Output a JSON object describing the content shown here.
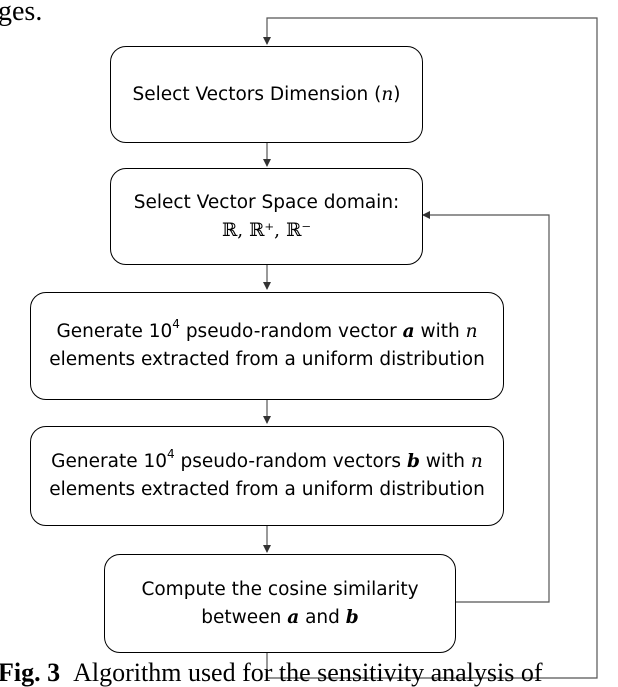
{
  "top_clip": {
    "text": "ges."
  },
  "caption": {
    "fig_label": "Fig. 3",
    "text": "Algorithm used for the sensitivity analysis of"
  },
  "boxes": {
    "b1": {
      "text": "Select Vectors Dimension (",
      "var": "n",
      "close": ")"
    },
    "b2": {
      "line1": "Select Vector Space domain:",
      "line2": "ℝ, ℝ⁺, ℝ⁻"
    },
    "b3": {
      "pre": "Generate 10",
      "exp": "4",
      "mid": " pseudo-random vector ",
      "vec": "a",
      "post": " with ",
      "var": "n",
      "line2": "elements extracted from a uniform distribution"
    },
    "b4": {
      "pre": "Generate 10",
      "exp": "4",
      "mid": " pseudo-random vectors ",
      "vec": "b",
      "post": " with ",
      "var": "n",
      "line2": "elements extracted from a uniform distribution"
    },
    "b5": {
      "line1": "Compute the cosine similarity",
      "pre": "between ",
      "vec1": "a",
      "and": " and ",
      "vec2": "b"
    }
  }
}
